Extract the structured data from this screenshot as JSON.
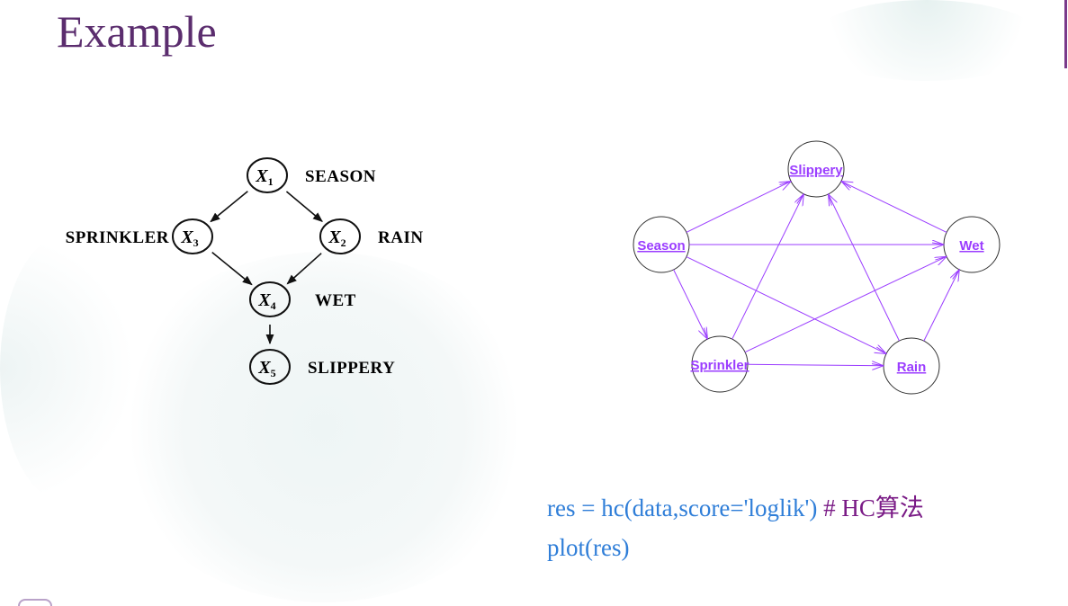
{
  "slide": {
    "title": "Example"
  },
  "left_graph": {
    "nodes": [
      {
        "id": "X1",
        "var": "X",
        "sub": "1",
        "label": "SEASON"
      },
      {
        "id": "X3",
        "var": "X",
        "sub": "3",
        "label": "SPRINKLER"
      },
      {
        "id": "X2",
        "var": "X",
        "sub": "2",
        "label": "RAIN"
      },
      {
        "id": "X4",
        "var": "X",
        "sub": "4",
        "label": "WET"
      },
      {
        "id": "X5",
        "var": "X",
        "sub": "5",
        "label": "SLIPPERY"
      }
    ],
    "edges": [
      [
        "X1",
        "X3"
      ],
      [
        "X1",
        "X2"
      ],
      [
        "X3",
        "X4"
      ],
      [
        "X2",
        "X4"
      ],
      [
        "X4",
        "X5"
      ]
    ]
  },
  "right_graph": {
    "edge_color": "#9b3dff",
    "nodes": [
      {
        "id": "Slippery",
        "label": "Slippery"
      },
      {
        "id": "Season",
        "label": "Season"
      },
      {
        "id": "Wet",
        "label": "Wet"
      },
      {
        "id": "Sprinkler",
        "label": "Sprinkler"
      },
      {
        "id": "Rain",
        "label": "Rain"
      }
    ],
    "edges": [
      [
        "Season",
        "Slippery"
      ],
      [
        "Season",
        "Wet"
      ],
      [
        "Season",
        "Sprinkler"
      ],
      [
        "Season",
        "Rain"
      ],
      [
        "Sprinkler",
        "Slippery"
      ],
      [
        "Sprinkler",
        "Wet"
      ],
      [
        "Sprinkler",
        "Rain"
      ],
      [
        "Rain",
        "Slippery"
      ],
      [
        "Rain",
        "Wet"
      ],
      [
        "Wet",
        "Slippery"
      ]
    ]
  },
  "code": {
    "line1": "res = hc(data,score='loglik')",
    "comment": " # HC算法",
    "line2": "plot(res)"
  }
}
